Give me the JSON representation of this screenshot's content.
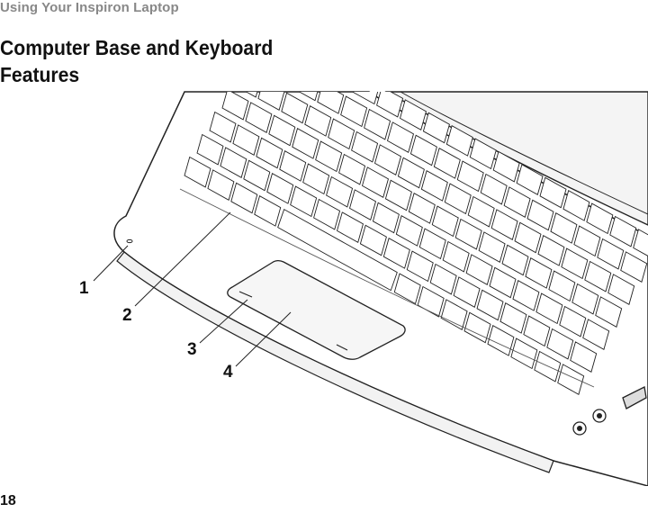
{
  "header": {
    "running_title": "Using Your Inspiron Laptop"
  },
  "section": {
    "title": "Computer Base and Keyboard Features"
  },
  "figure": {
    "callouts": [
      "1",
      "2",
      "3",
      "4"
    ]
  },
  "footer": {
    "page_number": "18"
  }
}
